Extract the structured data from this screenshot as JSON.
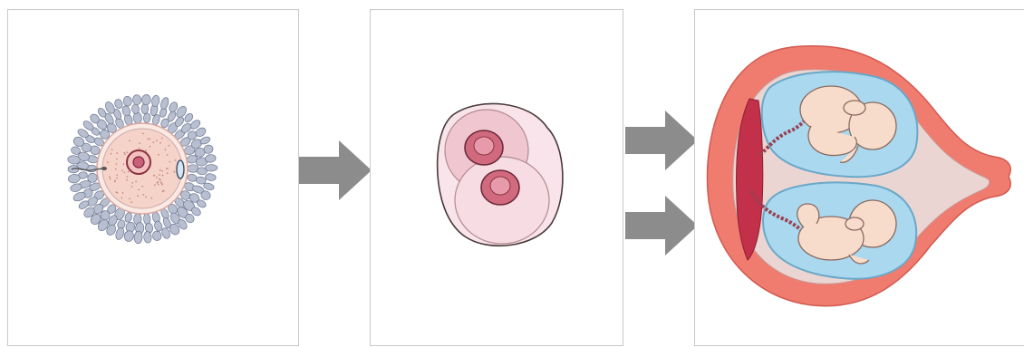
{
  "diagram": {
    "kind": "identical twin development sequence",
    "panels": [
      {
        "id": "fertilized-egg",
        "label": ""
      },
      {
        "id": "two-cell-division",
        "label": ""
      },
      {
        "id": "twins-in-uterus",
        "label": ""
      }
    ],
    "colors": {
      "panel_border": "#c9c9c9",
      "arrow": "#8c8c8c",
      "egg_cytoplasm": "#f6d3c8",
      "egg_nucleus": "#c8607a",
      "corona_cells": "#b8bfd0",
      "uterus_wall": "#f07b6f",
      "amniotic_fluid": "#a9d8ef",
      "fetus_skin": "#f8dccb",
      "placenta": "#c2304a",
      "umbilical_cord": "#9b3f4f"
    },
    "icons": [
      "right-arrow-icon",
      "right-arrow-icon",
      "right-arrow-icon"
    ]
  }
}
